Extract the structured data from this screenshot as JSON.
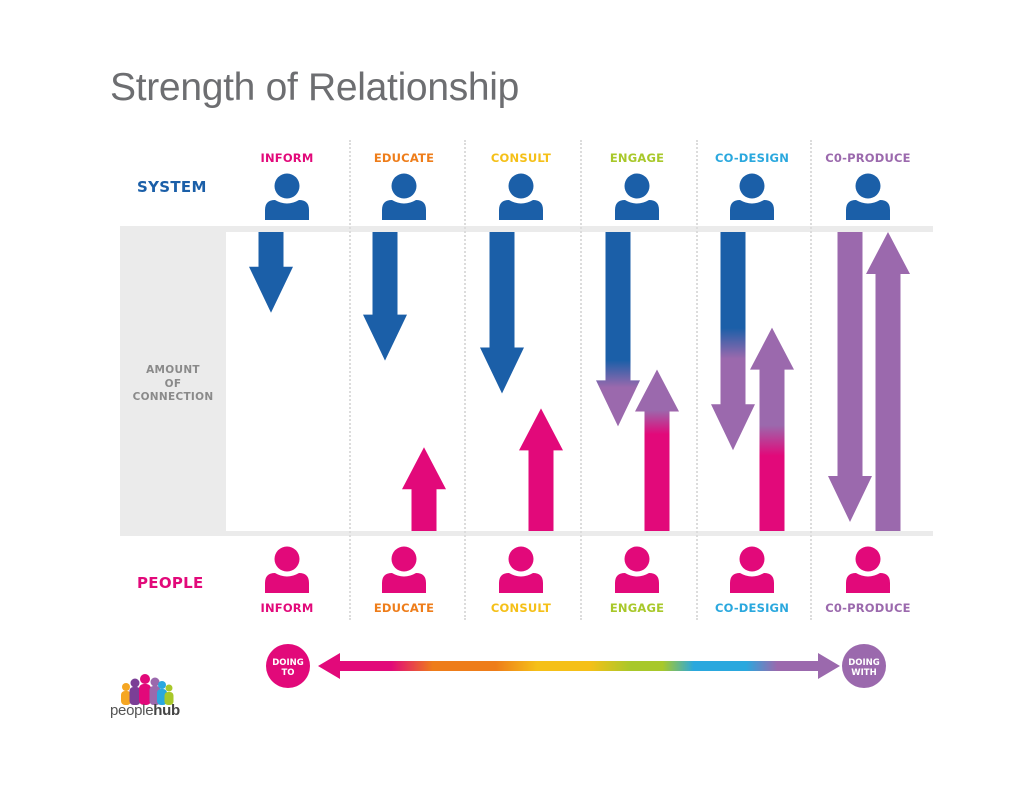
{
  "title": "Strength of Relationship",
  "row_labels": {
    "system": "SYSTEM",
    "people": "PEOPLE",
    "axis": [
      "AMOUNT",
      "OF",
      "CONNECTION"
    ]
  },
  "colors": {
    "system_blue": "#1b5fa8",
    "people_pink": "#e2097a",
    "merge_purple": "#9b69ad",
    "axis_gray": "#8a8a8a",
    "panel_gray": "#ebebeb"
  },
  "columns": [
    {
      "label": "INFORM",
      "color": "#e2097a",
      "system_reach": 0.27,
      "people_reach": 0,
      "down_fill": "blue",
      "up_fill": "none"
    },
    {
      "label": "EDUCATE",
      "color": "#ee7d1a",
      "system_reach": 0.43,
      "people_reach": 0.28,
      "down_fill": "blue",
      "up_fill": "pink"
    },
    {
      "label": "CONSULT",
      "color": "#f5c018",
      "system_reach": 0.54,
      "people_reach": 0.41,
      "down_fill": "blue",
      "up_fill": "pink"
    },
    {
      "label": "ENGAGE",
      "color": "#a8c82a",
      "system_reach": 0.65,
      "people_reach": 0.54,
      "down_fill": "blue-to-purple",
      "up_fill": "pink-to-purple"
    },
    {
      "label": "CO-DESIGN",
      "color": "#2aa8de",
      "system_reach": 0.73,
      "people_reach": 0.68,
      "down_fill": "blue-to-purple",
      "up_fill": "pink-to-purple"
    },
    {
      "label": "C0-PRODUCE",
      "color": "#9b69ad",
      "system_reach": 0.97,
      "people_reach": 1.0,
      "down_fill": "purple",
      "up_fill": "purple"
    }
  ],
  "spectrum": {
    "left_label": [
      "DOING",
      "TO"
    ],
    "right_label": [
      "DOING",
      "WITH"
    ],
    "left_color": "#e2097a",
    "right_color": "#9b69ad",
    "stops": [
      "#e2097a",
      "#ee7d1a",
      "#f5c018",
      "#a8c82a",
      "#2aa8de",
      "#9b69ad"
    ]
  },
  "logo": {
    "text_light": "people",
    "text_bold": "hub"
  }
}
